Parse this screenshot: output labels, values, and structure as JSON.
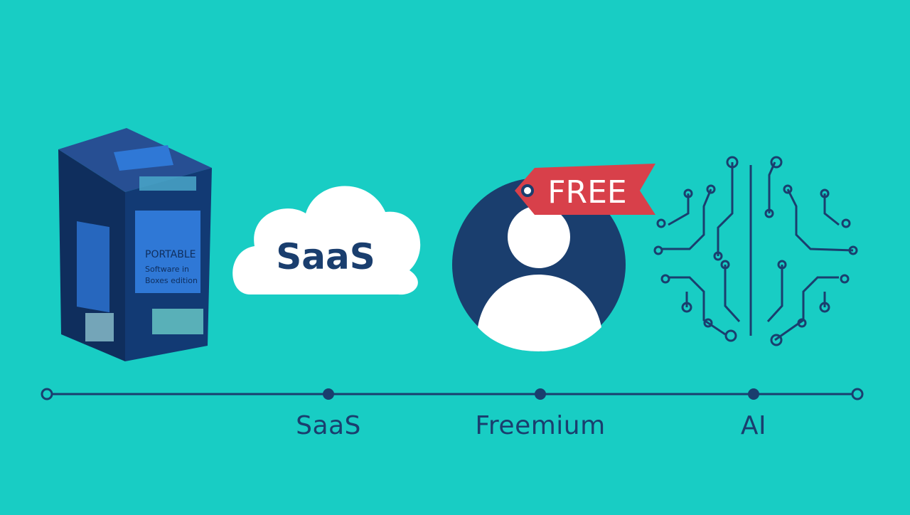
{
  "colors": {
    "background": "#18cdc4",
    "navy": "#1a3e6e",
    "box_blue": "#2a6ec9",
    "tag_red": "#d8404a",
    "white": "#ffffff"
  },
  "box": {
    "lines": [
      "PORTABLE",
      "Software in",
      "Boxes edition"
    ]
  },
  "cloud": {
    "text": "SaaS"
  },
  "freemium": {
    "tag_text": "FREE"
  },
  "timeline": {
    "milestones": [
      {
        "label": ""
      },
      {
        "label": "SaaS"
      },
      {
        "label": "Freemium"
      },
      {
        "label": "AI"
      },
      {
        "label": ""
      }
    ]
  },
  "icons": [
    "software-box-icon",
    "cloud-icon",
    "user-avatar-icon",
    "free-tag-icon",
    "circuit-brain-icon"
  ]
}
